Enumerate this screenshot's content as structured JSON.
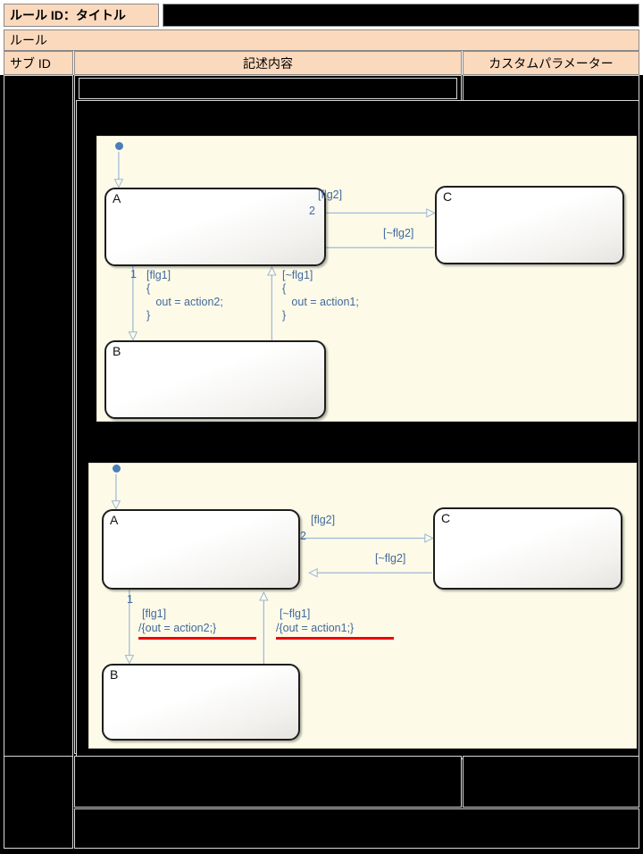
{
  "header": {
    "title_label": "ルール ID：タイトル",
    "title_value": "",
    "rule_label": "ルール",
    "columns": {
      "sub_id": "サブ ID",
      "description": "記述内容",
      "custom_parameter": "カスタムパラメーター"
    }
  },
  "body": {
    "sub_id_value": "",
    "custom_parameter_value": "",
    "redacted_note": ""
  },
  "diagrams": [
    {
      "id": "diagram-1",
      "style": "braced",
      "states": [
        {
          "name": "A"
        },
        {
          "name": "B"
        },
        {
          "name": "C"
        }
      ],
      "initial_marker": "filled-circle",
      "transitions": [
        {
          "from": "A",
          "to": "C",
          "order": "2",
          "lines": [
            "[flg2]"
          ]
        },
        {
          "from": "C",
          "to": "A",
          "order": "",
          "lines": [
            "[~flg2]"
          ]
        },
        {
          "from": "A",
          "to": "B",
          "order": "1",
          "lines": [
            "[flg1]",
            "{",
            "  out = action2;",
            "}"
          ]
        },
        {
          "from": "B",
          "to": "A",
          "order": "",
          "lines": [
            "[~flg1]",
            "{",
            "  out = action1;",
            "}"
          ]
        }
      ]
    },
    {
      "id": "diagram-2",
      "style": "inline-slash",
      "states": [
        {
          "name": "A"
        },
        {
          "name": "B"
        },
        {
          "name": "C"
        }
      ],
      "initial_marker": "filled-circle",
      "transitions": [
        {
          "from": "A",
          "to": "C",
          "order": "2",
          "lines": [
            "[flg2]"
          ],
          "underline": false
        },
        {
          "from": "C",
          "to": "A",
          "order": "",
          "lines": [
            "[~flg2]"
          ],
          "underline": false
        },
        {
          "from": "A",
          "to": "B",
          "order": "1",
          "lines": [
            "[flg1]",
            "/{out = action2;}"
          ],
          "underline": true
        },
        {
          "from": "B",
          "to": "A",
          "order": "",
          "lines": [
            "[~flg1]",
            "/{out = action1;}"
          ],
          "underline": true
        }
      ]
    }
  ],
  "labels": {
    "d1_t_flg2": "[flg2]",
    "d1_n_flg2": "2",
    "d1_t_nflg2": "[~flg2]",
    "d1_t_flg1": "[flg1]\n{\n   out = action2;\n}",
    "d1_n_flg1": "1",
    "d1_t_nflg1": "[~flg1]\n{\n   out = action1;\n}",
    "d2_t_flg2": "[flg2]",
    "d2_n_flg2": "2",
    "d2_t_nflg2": "[~flg2]",
    "d2_t_flg1_a": "[flg1]",
    "d2_t_flg1_b": "/{out = action2;}",
    "d2_n_flg1": "1",
    "d2_t_nflg1_a": "[~flg1]",
    "d2_t_nflg1_b": "/{out = action1;}",
    "state_a": "A",
    "state_b": "B",
    "state_c": "C",
    "watermark": ""
  },
  "colors": {
    "header_fill": "#fbd9bd",
    "canvas_fill": "#fdfbe8",
    "transition_text": "#41689e",
    "transition_line": "#9db6d4",
    "underline": "#f00000",
    "state_border": "#1d1d1d",
    "initial_dot": "#4b7ebb"
  }
}
